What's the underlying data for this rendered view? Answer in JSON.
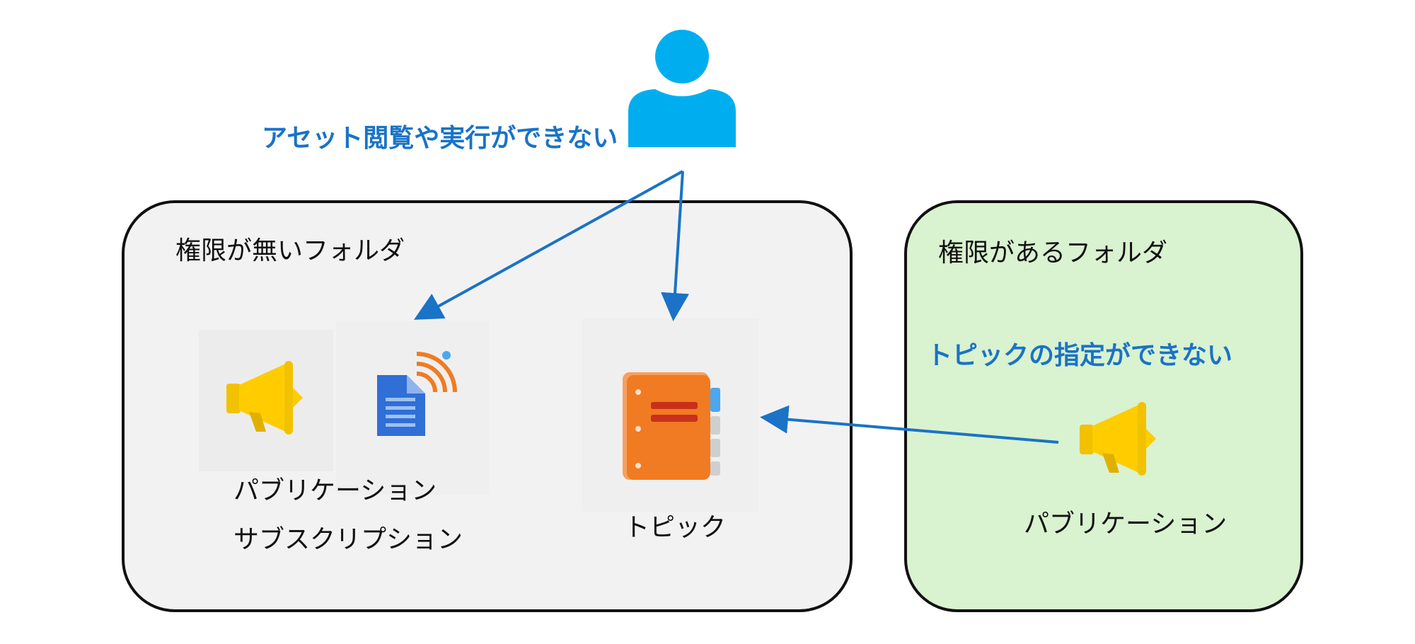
{
  "user": {
    "note": "アセット閲覧や実行ができない"
  },
  "folders": {
    "no_permission": {
      "title": "権限が無いフォルダ",
      "items": {
        "publication": "パブリケーション",
        "subscription": "サブスクリプション",
        "topic": "トピック"
      }
    },
    "permission": {
      "title": "権限があるフォルダ",
      "note": "トピックの指定ができない",
      "items": {
        "publication": "パブリケーション"
      }
    }
  },
  "icons": {
    "user": "person-icon",
    "publication": "megaphone-icon",
    "subscription": "document-signal-icon",
    "topic": "notebook-icon"
  },
  "colors": {
    "arrow": "#1a73c6",
    "note_text": "#1a73c6",
    "user_icon": "#00aeef",
    "no_permission_folder": "#f2f2f2",
    "permission_folder": "#d9f2d0",
    "megaphone": "#ffcc00",
    "document": "#2f6fd6",
    "signal": "#f07b22",
    "notebook": "#f07b22"
  }
}
